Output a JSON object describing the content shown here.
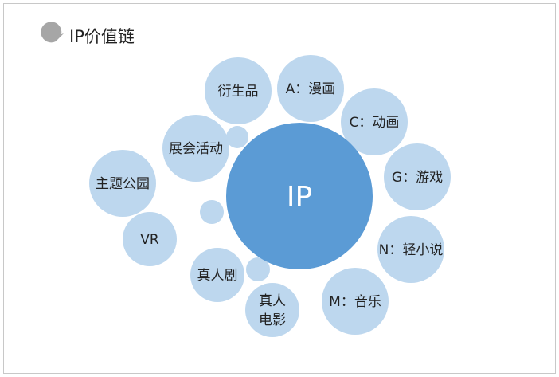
{
  "title": "IP价值链",
  "colors": {
    "center_fill": "#5b9bd5",
    "bubble_fill": "#bdd7ee",
    "title_icon": "#a6a6a6",
    "text": "#222222",
    "center_text": "#ffffff"
  },
  "center": {
    "label": "IP"
  },
  "nodes": [
    {
      "id": "comic",
      "lines": [
        "A：漫画"
      ]
    },
    {
      "id": "animation",
      "lines": [
        "C：动画"
      ]
    },
    {
      "id": "game",
      "lines": [
        "G：游戏"
      ]
    },
    {
      "id": "novel",
      "lines": [
        "N：轻小说"
      ]
    },
    {
      "id": "music",
      "lines": [
        "M：音乐"
      ]
    },
    {
      "id": "movie",
      "lines": [
        "真人",
        "电影"
      ]
    },
    {
      "id": "drama",
      "lines": [
        "真人剧"
      ]
    },
    {
      "id": "vr",
      "lines": [
        "VR"
      ]
    },
    {
      "id": "theme-park",
      "lines": [
        "主题公园"
      ]
    },
    {
      "id": "exhibition",
      "lines": [
        "展会活动"
      ]
    },
    {
      "id": "merchandise",
      "lines": [
        "衍生品"
      ]
    }
  ]
}
